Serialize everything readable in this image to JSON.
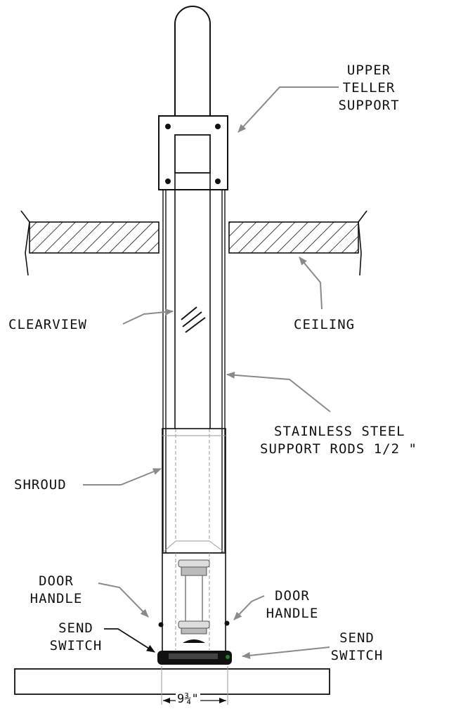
{
  "labels": {
    "upper_teller_support": [
      "UPPER",
      "TELLER",
      "SUPPORT"
    ],
    "clearview": "CLEARVIEW",
    "ceiling": "CEILING",
    "stainless_steel_rods": [
      "STAINLESS STEEL",
      "SUPPORT RODS 1/2 \""
    ],
    "shroud": "SHROUD",
    "door_handle_left": [
      "DOOR",
      "HANDLE"
    ],
    "door_handle_right": [
      "DOOR",
      "HANDLE"
    ],
    "send_switch_left": [
      "SEND",
      "SWITCH"
    ],
    "send_switch_right": [
      "SEND",
      "SWITCH"
    ],
    "dimension": "9¾\""
  },
  "colors": {
    "line": "#111111",
    "leader": "#8a8a8a",
    "light": "#9a9a9a"
  }
}
